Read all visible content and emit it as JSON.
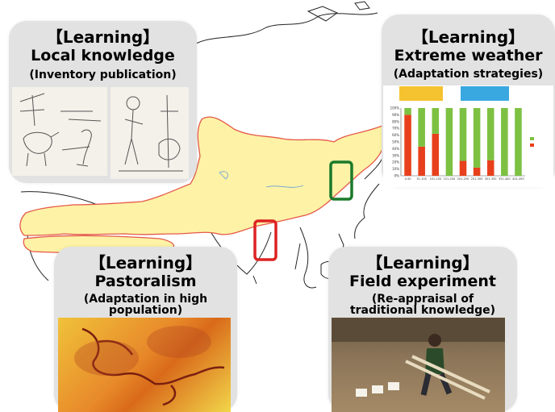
{
  "cards": [
    {
      "tag": "【Learning】",
      "title": "Local knowledge",
      "subtitle": [
        "(Inventory publication)"
      ],
      "image": "farming-sketch-illustrations"
    },
    {
      "tag": "【Learning】",
      "title": "Extreme weather",
      "subtitle": [
        "(Adaptation strategies)"
      ],
      "image": "stacked-bar-chart"
    },
    {
      "tag": "【Learning】",
      "title": "Pastoralism",
      "subtitle": [
        "(Adaptation in high",
        "population)"
      ],
      "image": "heat-map-route"
    },
    {
      "tag": "【Learning】",
      "title": "Field experiment",
      "subtitle": [
        "(Re-appraisal of",
        "traditional knowledge)"
      ],
      "image": "field-photo-child"
    }
  ],
  "highlights": [
    {
      "name": "india-marker",
      "color": "#dd2222"
    },
    {
      "name": "china-coast-marker",
      "color": "#1a7a2a"
    }
  ],
  "colors": {
    "region_fill": "#fdf2a6",
    "region_border": "#e55a4a",
    "card_bg": "#e2e2e2"
  },
  "chart_data": {
    "type": "bar",
    "categories": [
      "0-50",
      "51-100",
      "101-150",
      "151-200",
      "201-250",
      "251-300",
      "301-350",
      "351-400",
      "401-450"
    ],
    "series": [
      {
        "name": "",
        "values": [
          90,
          43,
          62,
          0,
          22,
          12,
          23,
          0,
          0
        ]
      },
      {
        "name": "",
        "values": [
          10,
          57,
          38,
          100,
          78,
          88,
          77,
          100,
          100
        ]
      }
    ],
    "ylim": [
      0,
      100
    ],
    "yticks": [
      "0%",
      "10%",
      "20%",
      "30%",
      "40%",
      "50%",
      "60%",
      "70%",
      "80%",
      "90%",
      "100%"
    ]
  }
}
